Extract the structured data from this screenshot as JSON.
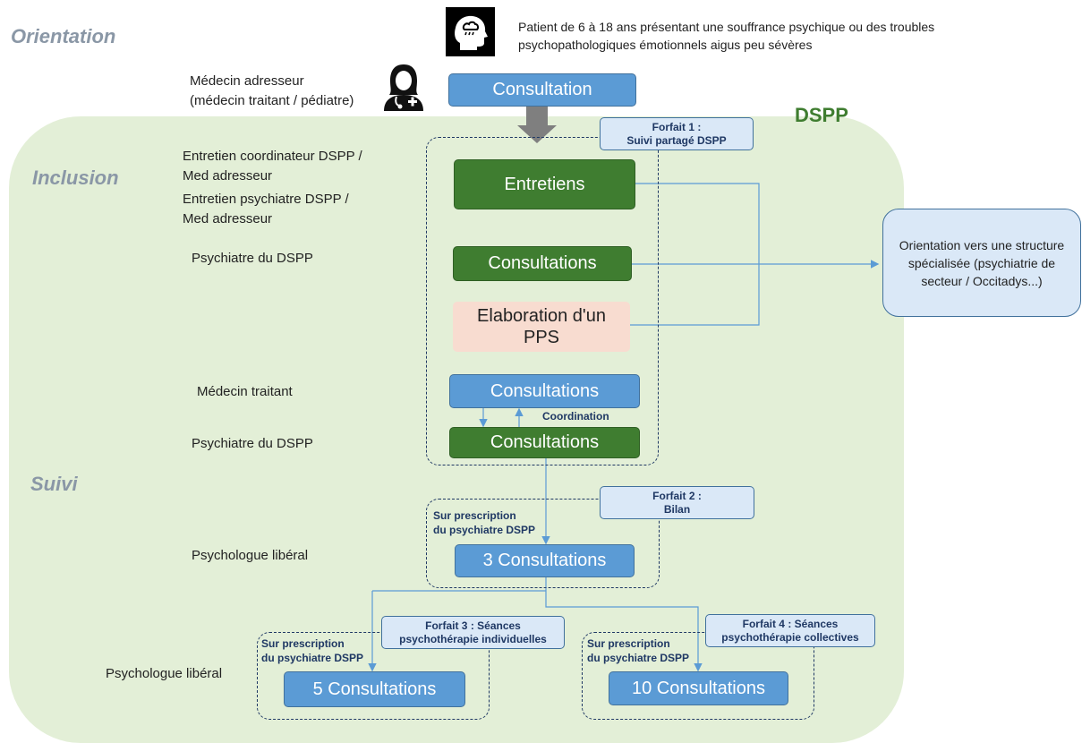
{
  "sections": {
    "orientation": "Orientation",
    "inclusion": "Inclusion",
    "suivi": "Suivi",
    "dspp": "DSPP"
  },
  "patient_text": "Patient de 6 à 18 ans présentant une souffrance psychique ou des troubles psychopathologiques émotionnels aigus peu sévères",
  "side_labels": {
    "medecin_adresseur": "Médecin adresseur\n(médecin traitant / pédiatre)",
    "entretien_coordinateur": "Entretien coordinateur DSPP /\nMed adresseur",
    "entretien_psychiatre": "Entretien psychiatre DSPP /\nMed adresseur",
    "psychiatre_dspp_1": "Psychiatre du DSPP",
    "medecin_traitant": "Médecin traitant",
    "psychiatre_dspp_2": "Psychiatre du DSPP",
    "psychologue_liberal_1": "Psychologue libéral",
    "psychologue_liberal_2": "Psychologue libéral"
  },
  "boxes": {
    "consultation_top": "Consultation",
    "entretiens": "Entretiens",
    "consultations_psy": "Consultations",
    "elaboration_pps": "Elaboration d'un\nPPS",
    "consultations_mt": "Consultations",
    "consultations_psy2": "Consultations",
    "trois_consultations": "3 Consultations",
    "cinq_consultations": "5 Consultations",
    "dix_consultations": "10 Consultations",
    "orientation_structure": "Orientation vers une structure spécialisée (psychiatrie de secteur / Occitadys...)"
  },
  "coordination": "Coordination",
  "forfaits": {
    "f1": "Forfait 1 :\nSuivi partagé DSPP",
    "f2": "Forfait 2 :\nBilan",
    "f3": "Forfait 3 : Séances\npsychothérapie individuelles",
    "f4": "Forfait 4 : Séances\npsychothérapie collectives"
  },
  "prescriptions": {
    "p2": "Sur prescription\ndu psychiatre DSPP",
    "p3": "Sur prescription\ndu psychiatre DSPP",
    "p4": "Sur prescription\ndu psychiatre DSPP"
  },
  "icons": {
    "head": "head-with-cloud-icon",
    "doctor": "female-doctor-icon"
  },
  "colors": {
    "dspp_zone": "#e3efd7",
    "blue_box": "#5b9bd5",
    "green_box": "#3f7d30",
    "pink_box": "#f8dcd0",
    "light_blue": "#dae8f7",
    "dspp_label": "#3f7d30"
  }
}
